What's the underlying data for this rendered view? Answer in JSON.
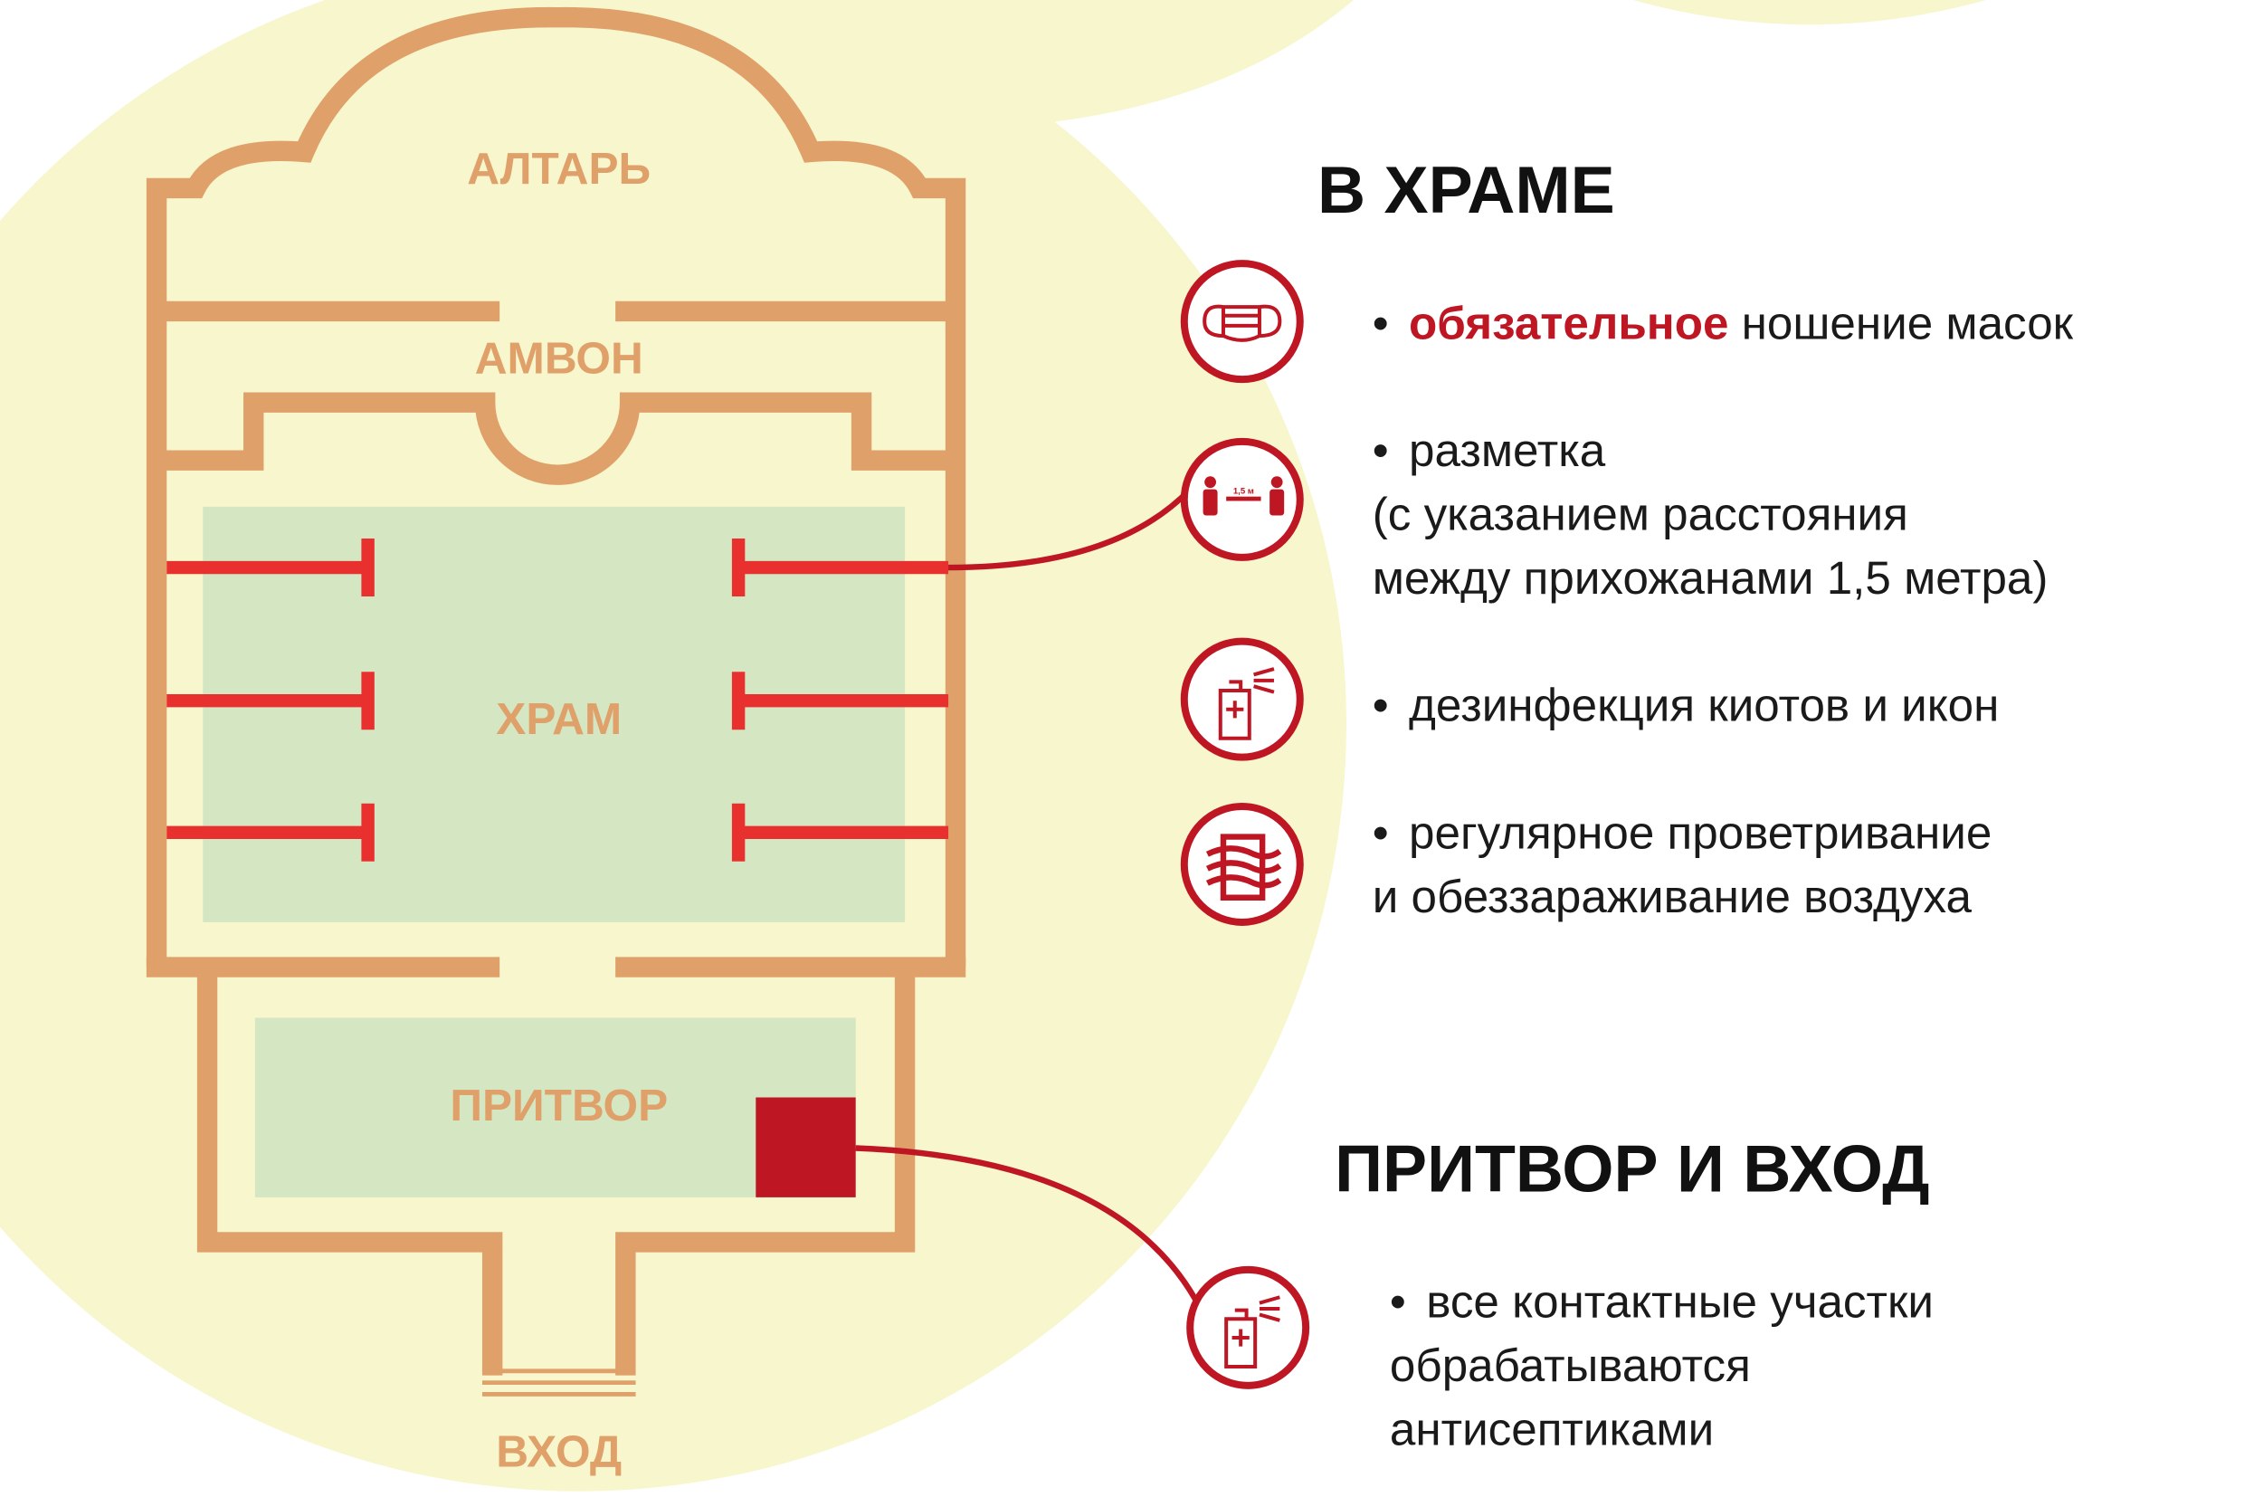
{
  "plan": {
    "altar": "АЛТАРЬ",
    "ambon": "АМВОН",
    "nave": "ХРАМ",
    "narthex": "ПРИТВОР",
    "entrance": "ВХОД"
  },
  "in_church": {
    "title": "В ХРАМЕ",
    "items": [
      {
        "icon": "mask-icon",
        "bullet": "•",
        "highlight": "обязательное",
        "text": " ношение масок"
      },
      {
        "icon": "distance-icon",
        "icon_label": "1,5 м",
        "bullet": "•",
        "lines": [
          "разметка",
          "(с указанием расстояния",
          "между прихожанами 1,5 метра)"
        ]
      },
      {
        "icon": "sanitizer-icon",
        "bullet": "•",
        "lines": [
          "дезинфекция киотов и икон"
        ]
      },
      {
        "icon": "ventilation-icon",
        "bullet": "•",
        "lines": [
          "регулярное проветривание",
          "и обеззараживание воздуха"
        ]
      }
    ]
  },
  "narthex_entrance": {
    "title": "ПРИТВОР И ВХОД",
    "items": [
      {
        "icon": "sanitizer-icon",
        "bullet": "•",
        "lines": [
          "все контактные участки",
          "обрабатываются",
          "антисептиками"
        ]
      }
    ]
  },
  "colors": {
    "wall": "#dfa06a",
    "zone": "#d4e6c2",
    "marking": "#e8302e",
    "accent": "#be1622",
    "background_blob": "#f7f6cc"
  }
}
